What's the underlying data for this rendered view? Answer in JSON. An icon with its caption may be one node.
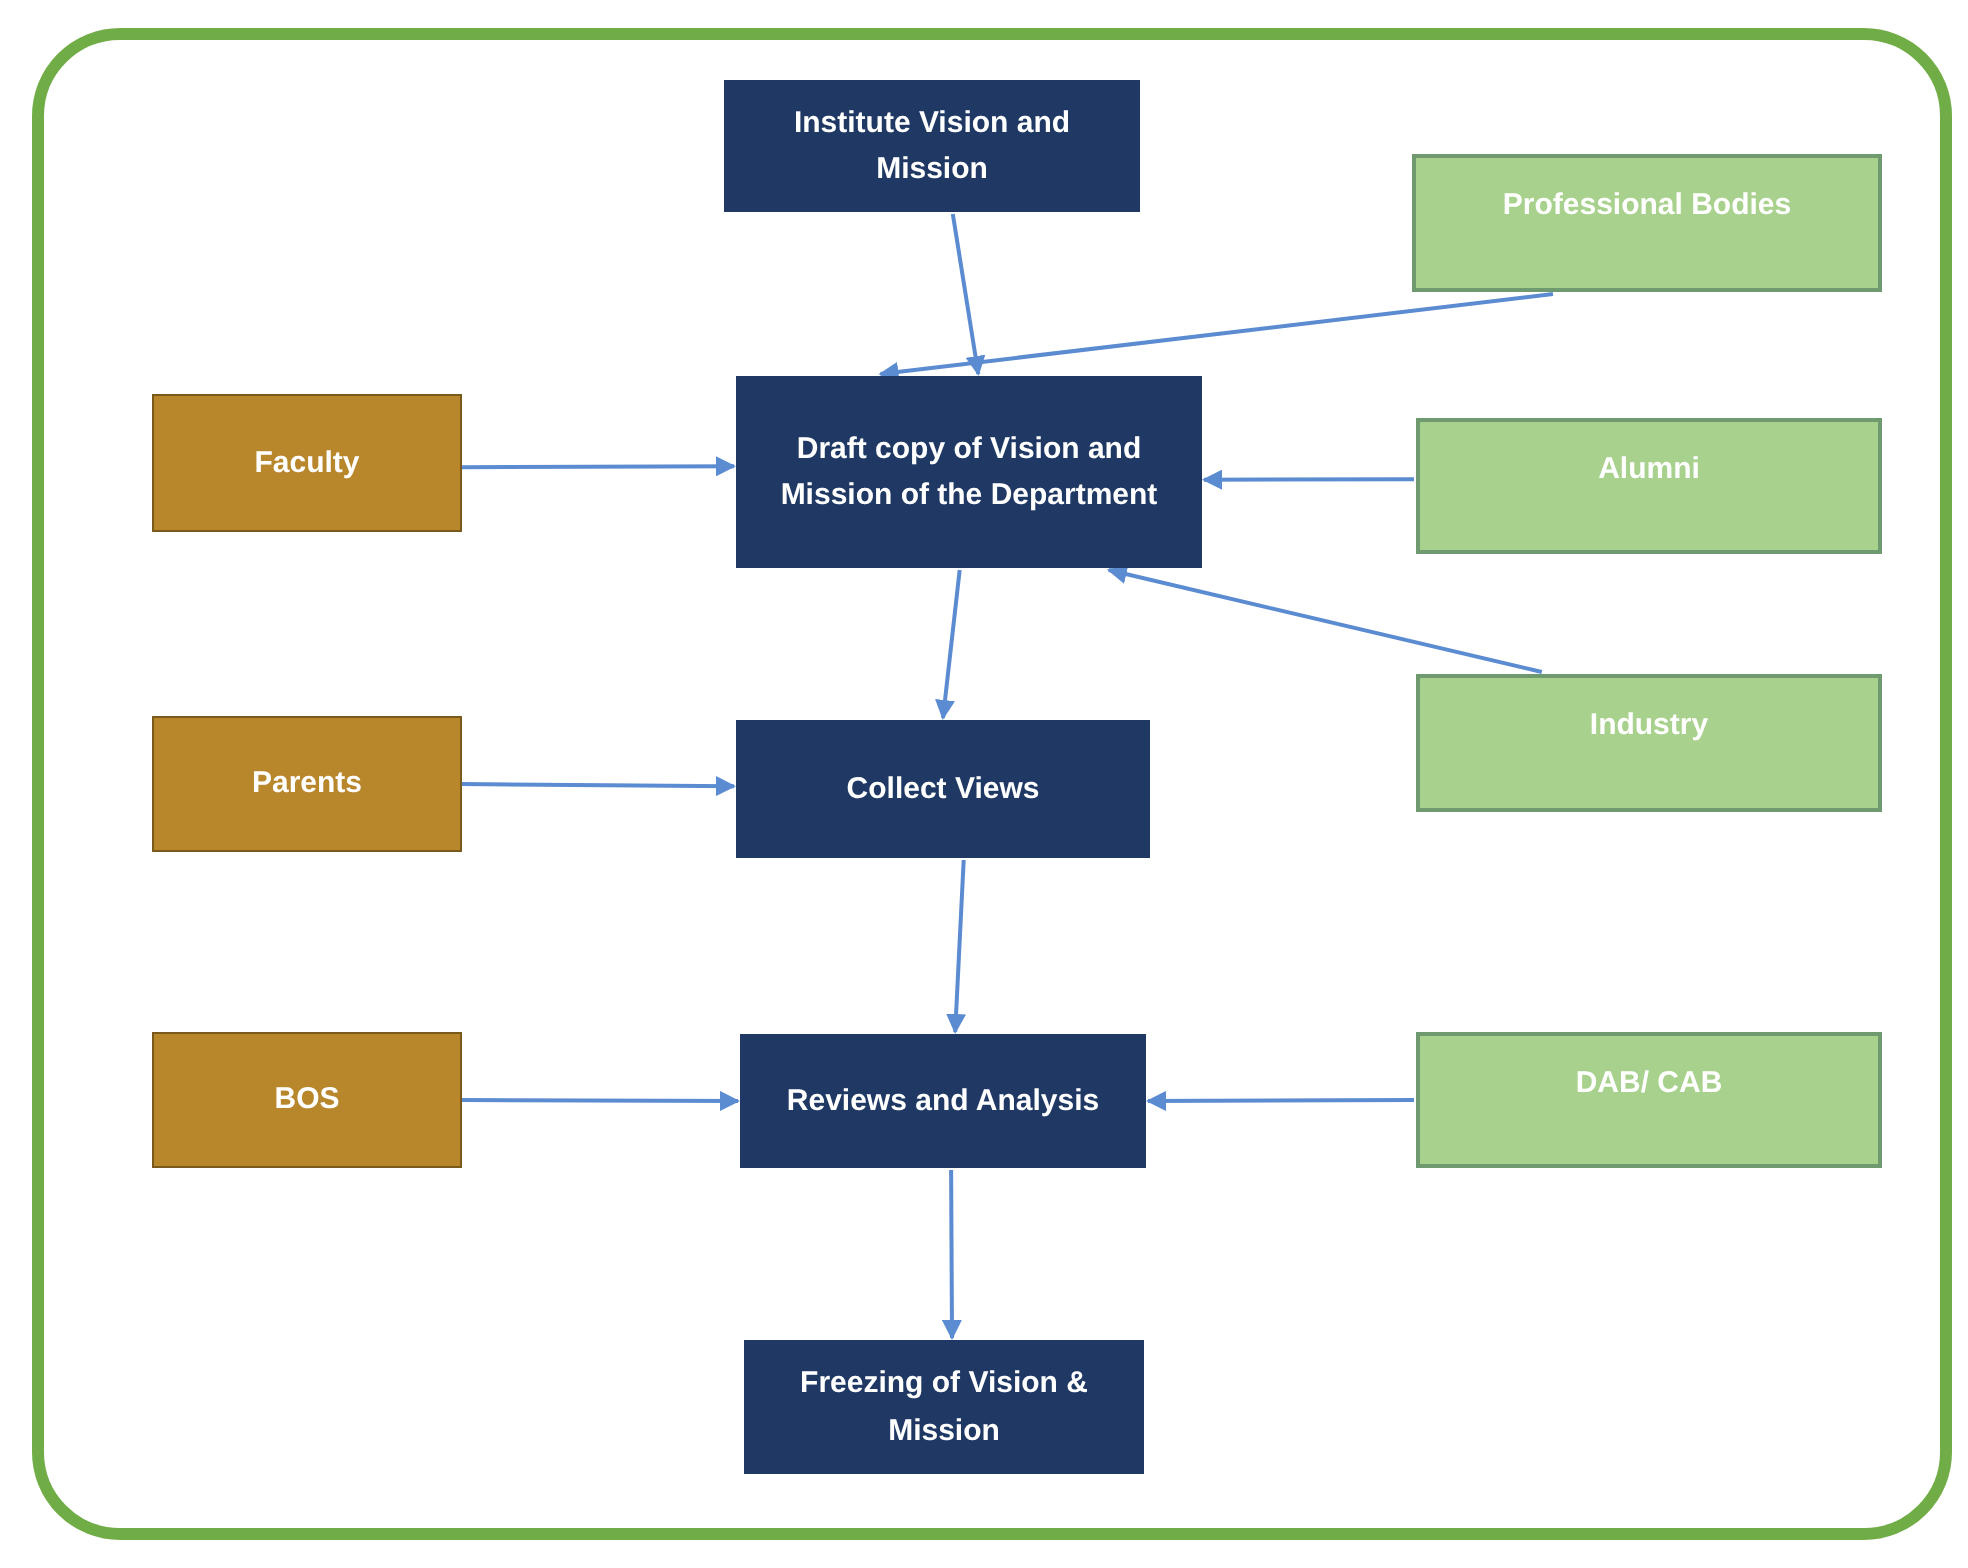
{
  "diagram": {
    "nodes": [
      {
        "text": [
          "Institute Vision and Mission"
        ]
      },
      {
        "text": [
          "Draft copy of Vision and Mission of the Department"
        ]
      },
      {
        "text": [
          "Collect Views"
        ]
      },
      {
        "text": [
          "Reviews and Analysis"
        ]
      },
      {
        "text": [
          "Freezing of Vision & Mission"
        ]
      },
      {
        "text": [
          "Faculty"
        ]
      },
      {
        "text": [
          "Parents"
        ]
      },
      {
        "text": [
          "BOS"
        ]
      },
      {
        "text": [
          "Professional Bodies"
        ]
      },
      {
        "text": [
          "Alumni"
        ]
      },
      {
        "text": [
          "Industry"
        ]
      },
      {
        "text": [
          "DAB/ CAB"
        ]
      }
    ],
    "edges": [
      {
        "from": 0,
        "to": 1,
        "arrow": "to"
      },
      {
        "from": 1,
        "to": 2,
        "arrow": "to"
      },
      {
        "from": 2,
        "to": 3,
        "arrow": "to"
      },
      {
        "from": 3,
        "to": 4,
        "arrow": "to"
      },
      {
        "from": 5,
        "to": 1,
        "arrow": "to"
      },
      {
        "from": 6,
        "to": 2,
        "arrow": "to"
      },
      {
        "from": 7,
        "to": 3,
        "arrow": "to"
      },
      {
        "from": 8,
        "to": 1,
        "arrow": "to"
      },
      {
        "from": 9,
        "to": 1,
        "arrow": "to"
      },
      {
        "from": 10,
        "to": 1,
        "arrow": "to"
      },
      {
        "from": 11,
        "to": 3,
        "arrow": "to"
      }
    ]
  }
}
